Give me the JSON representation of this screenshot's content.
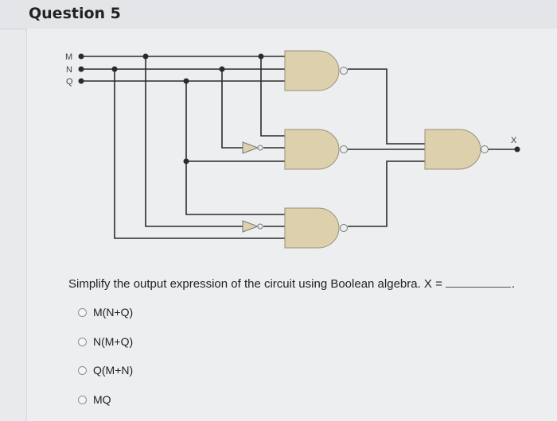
{
  "header": {
    "title": "Question 5"
  },
  "circuit": {
    "inputs": [
      "M",
      "N",
      "Q"
    ],
    "output_label": "X",
    "gate_color": "#dcd0ad",
    "wire_color": "#2b2b2b"
  },
  "question": {
    "text": "Simplify the output expression of the circuit using Boolean algebra. X =",
    "trailing": ".",
    "options": [
      {
        "label": "M(N+Q)"
      },
      {
        "label": "N(M+Q)"
      },
      {
        "label": "Q(M+N)"
      },
      {
        "label": "MQ"
      }
    ]
  }
}
